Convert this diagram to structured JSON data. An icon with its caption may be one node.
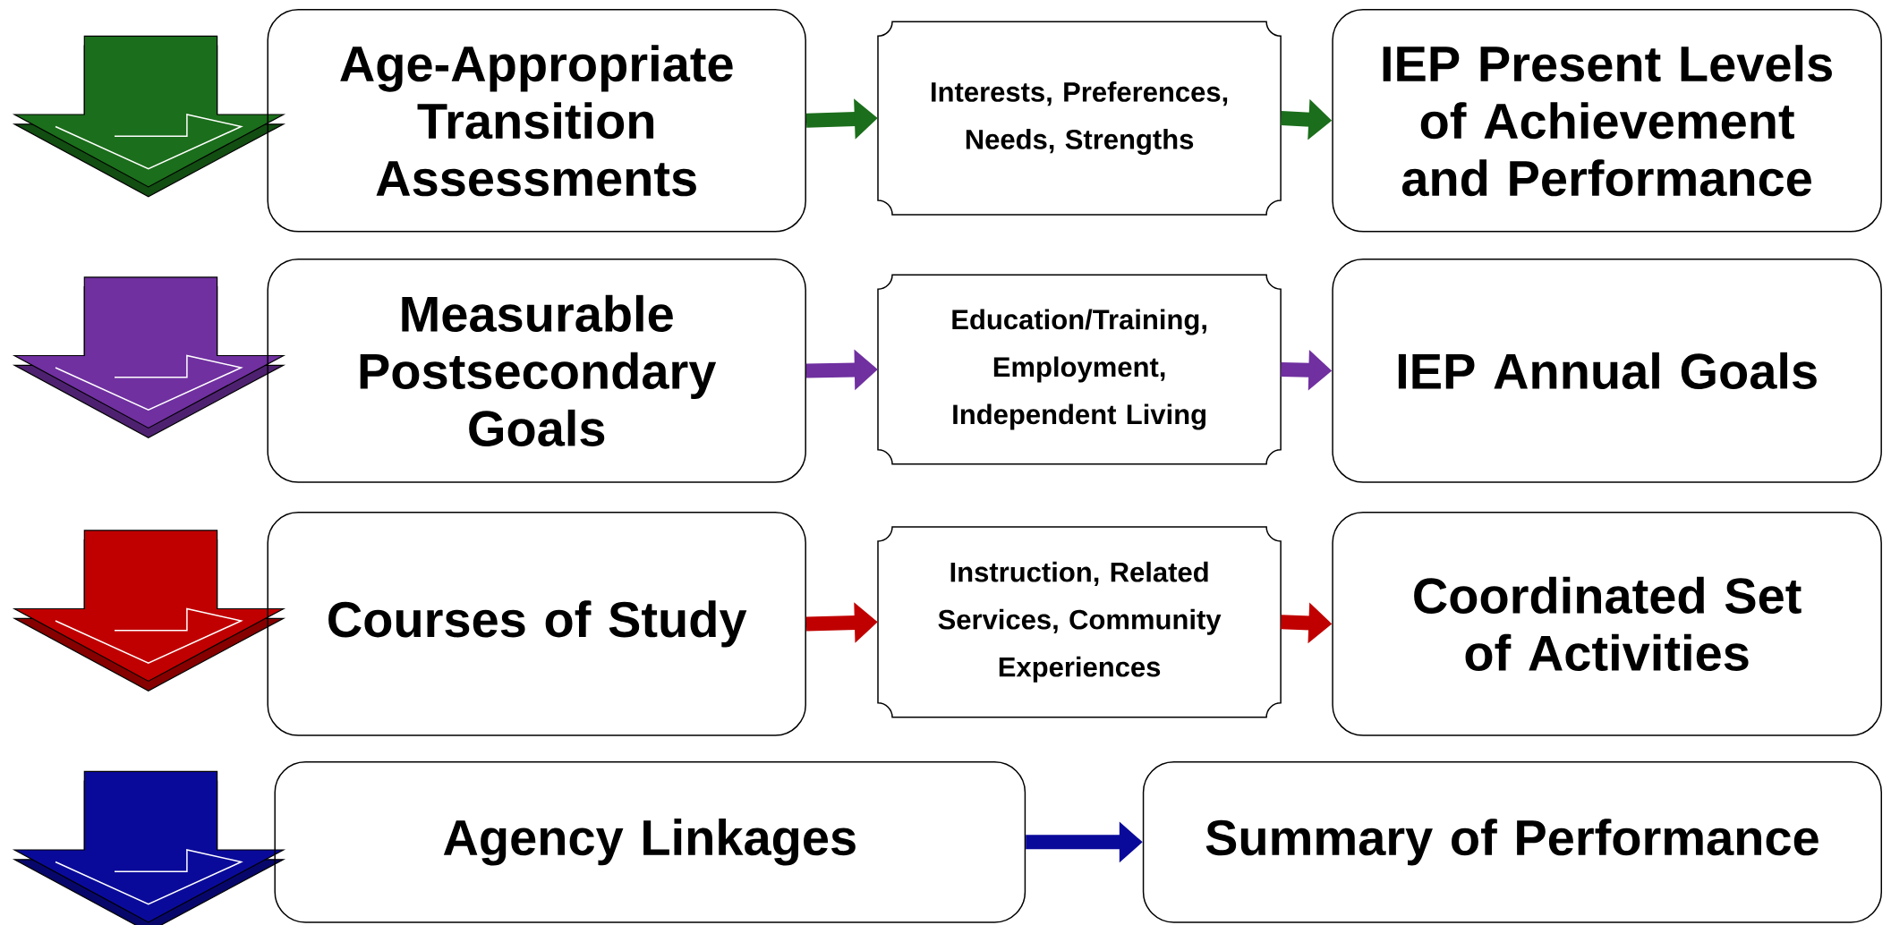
{
  "diagram": {
    "nodes": [
      {
        "text": [
          "Age-Appropriate Transition Assessments"
        ]
      },
      {
        "text": [
          "Interests, Preferences, Needs, Strengths"
        ]
      },
      {
        "text": [
          "IEP Present Levels of Achievement and Performance"
        ]
      },
      {
        "text": [
          "Measurable Postsecondary Goals"
        ]
      },
      {
        "text": [
          "Education/Training, Employment, Independent Living"
        ]
      },
      {
        "text": [
          "IEP Annual Goals"
        ]
      },
      {
        "text": [
          "Courses of Study"
        ]
      },
      {
        "text": [
          "Instruction, Related Services, Community Experiences"
        ]
      },
      {
        "text": [
          "Coordinated Set of Activities"
        ]
      },
      {
        "text": [
          "Agency Linkages"
        ]
      },
      {
        "text": [
          "Summary of Performance"
        ]
      }
    ],
    "edges": [
      {
        "from": 0,
        "to": 1,
        "arrow": "to",
        "color": "#1b6e1b"
      },
      {
        "from": 1,
        "to": 2,
        "arrow": "to",
        "color": "#1b6e1b"
      },
      {
        "from": 3,
        "to": 4,
        "arrow": "to",
        "color": "#7030a0"
      },
      {
        "from": 4,
        "to": 5,
        "arrow": "to",
        "color": "#7030a0"
      },
      {
        "from": 6,
        "to": 7,
        "arrow": "to",
        "color": "#c00000"
      },
      {
        "from": 7,
        "to": 8,
        "arrow": "to",
        "color": "#c00000"
      },
      {
        "from": 9,
        "to": 10,
        "arrow": "to",
        "color": "#0a0a9a"
      }
    ]
  }
}
